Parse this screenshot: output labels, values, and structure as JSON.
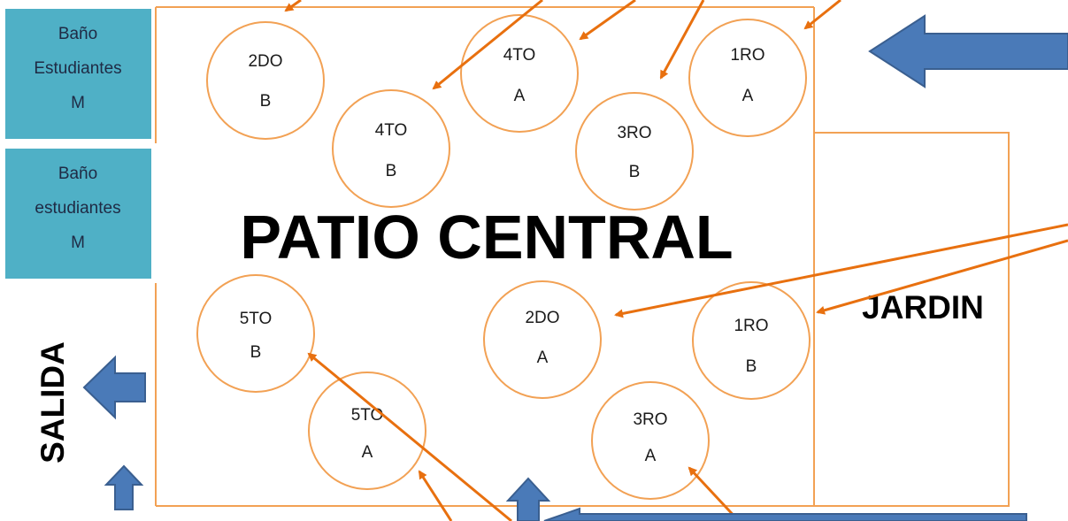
{
  "colors": {
    "outline": "#f2a154",
    "arrow_orange": "#e8700f",
    "arrow_blue_fill": "#4a7ab8",
    "arrow_blue_stroke": "#3a5f90",
    "box_fill": "#4fb0c6",
    "text": "#000000"
  },
  "boxes": [
    {
      "id": "bano-1",
      "lines": [
        "Baño",
        "Estudiantes",
        "M"
      ]
    },
    {
      "id": "bano-2",
      "lines": [
        "Baño",
        "estudiantes",
        "M"
      ]
    }
  ],
  "title": "PATIO CENTRAL",
  "garden_label": "JARDIN",
  "exit_label": "SALIDA",
  "classrooms": [
    {
      "id": "2do-b",
      "lines": [
        "2DO",
        "B"
      ]
    },
    {
      "id": "4to-a",
      "lines": [
        "4TO",
        "A"
      ]
    },
    {
      "id": "1ro-a",
      "lines": [
        "1RO",
        "A"
      ]
    },
    {
      "id": "4to-b",
      "lines": [
        "4TO",
        "B"
      ]
    },
    {
      "id": "3ro-b",
      "lines": [
        "3RO",
        "B"
      ]
    },
    {
      "id": "5to-b",
      "lines": [
        "5TO",
        "B"
      ]
    },
    {
      "id": "2do-a",
      "lines": [
        "2DO",
        "A"
      ]
    },
    {
      "id": "1ro-b",
      "lines": [
        "1RO",
        "B"
      ]
    },
    {
      "id": "5to-a",
      "lines": [
        "5TO",
        "A"
      ]
    },
    {
      "id": "3ro-a",
      "lines": [
        "3RO",
        "A"
      ]
    }
  ]
}
